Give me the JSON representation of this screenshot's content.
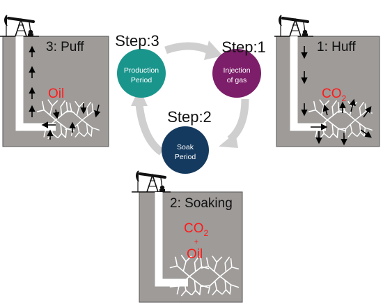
{
  "colors": {
    "panel_fill": "#9e9b99",
    "panel_border": "#555555",
    "well_white": "#ffffff",
    "cycle_arrow": "#cfcfcf",
    "production_circle": "#1a958c",
    "injection_circle": "#7d1e6a",
    "soak_circle": "#153a5f",
    "highlight_text": "#ff1a1a"
  },
  "steps": {
    "production": {
      "label": "Step:3",
      "circle_line1": "Production",
      "circle_line2": "Period"
    },
    "injection": {
      "label": "Step:1",
      "circle_line1": "Injection",
      "circle_line2": "of gas"
    },
    "soak": {
      "label": "Step:2",
      "circle_line1": "Soak",
      "circle_line2": "Period"
    }
  },
  "panels": {
    "puff": {
      "title": "3: Puff",
      "fluid": "Oil"
    },
    "huff": {
      "title": "1: Huff",
      "fluid_main": "CO",
      "fluid_sub": "2"
    },
    "soaking": {
      "title": "2: Soaking",
      "fluid_main": "CO",
      "fluid_sub": "2",
      "plus": "+",
      "fluid2": "Oil"
    }
  },
  "icons": [
    "pumpjack-icon",
    "fracture-network-icon",
    "cycle-arrow-icon",
    "flow-arrow-icon"
  ]
}
